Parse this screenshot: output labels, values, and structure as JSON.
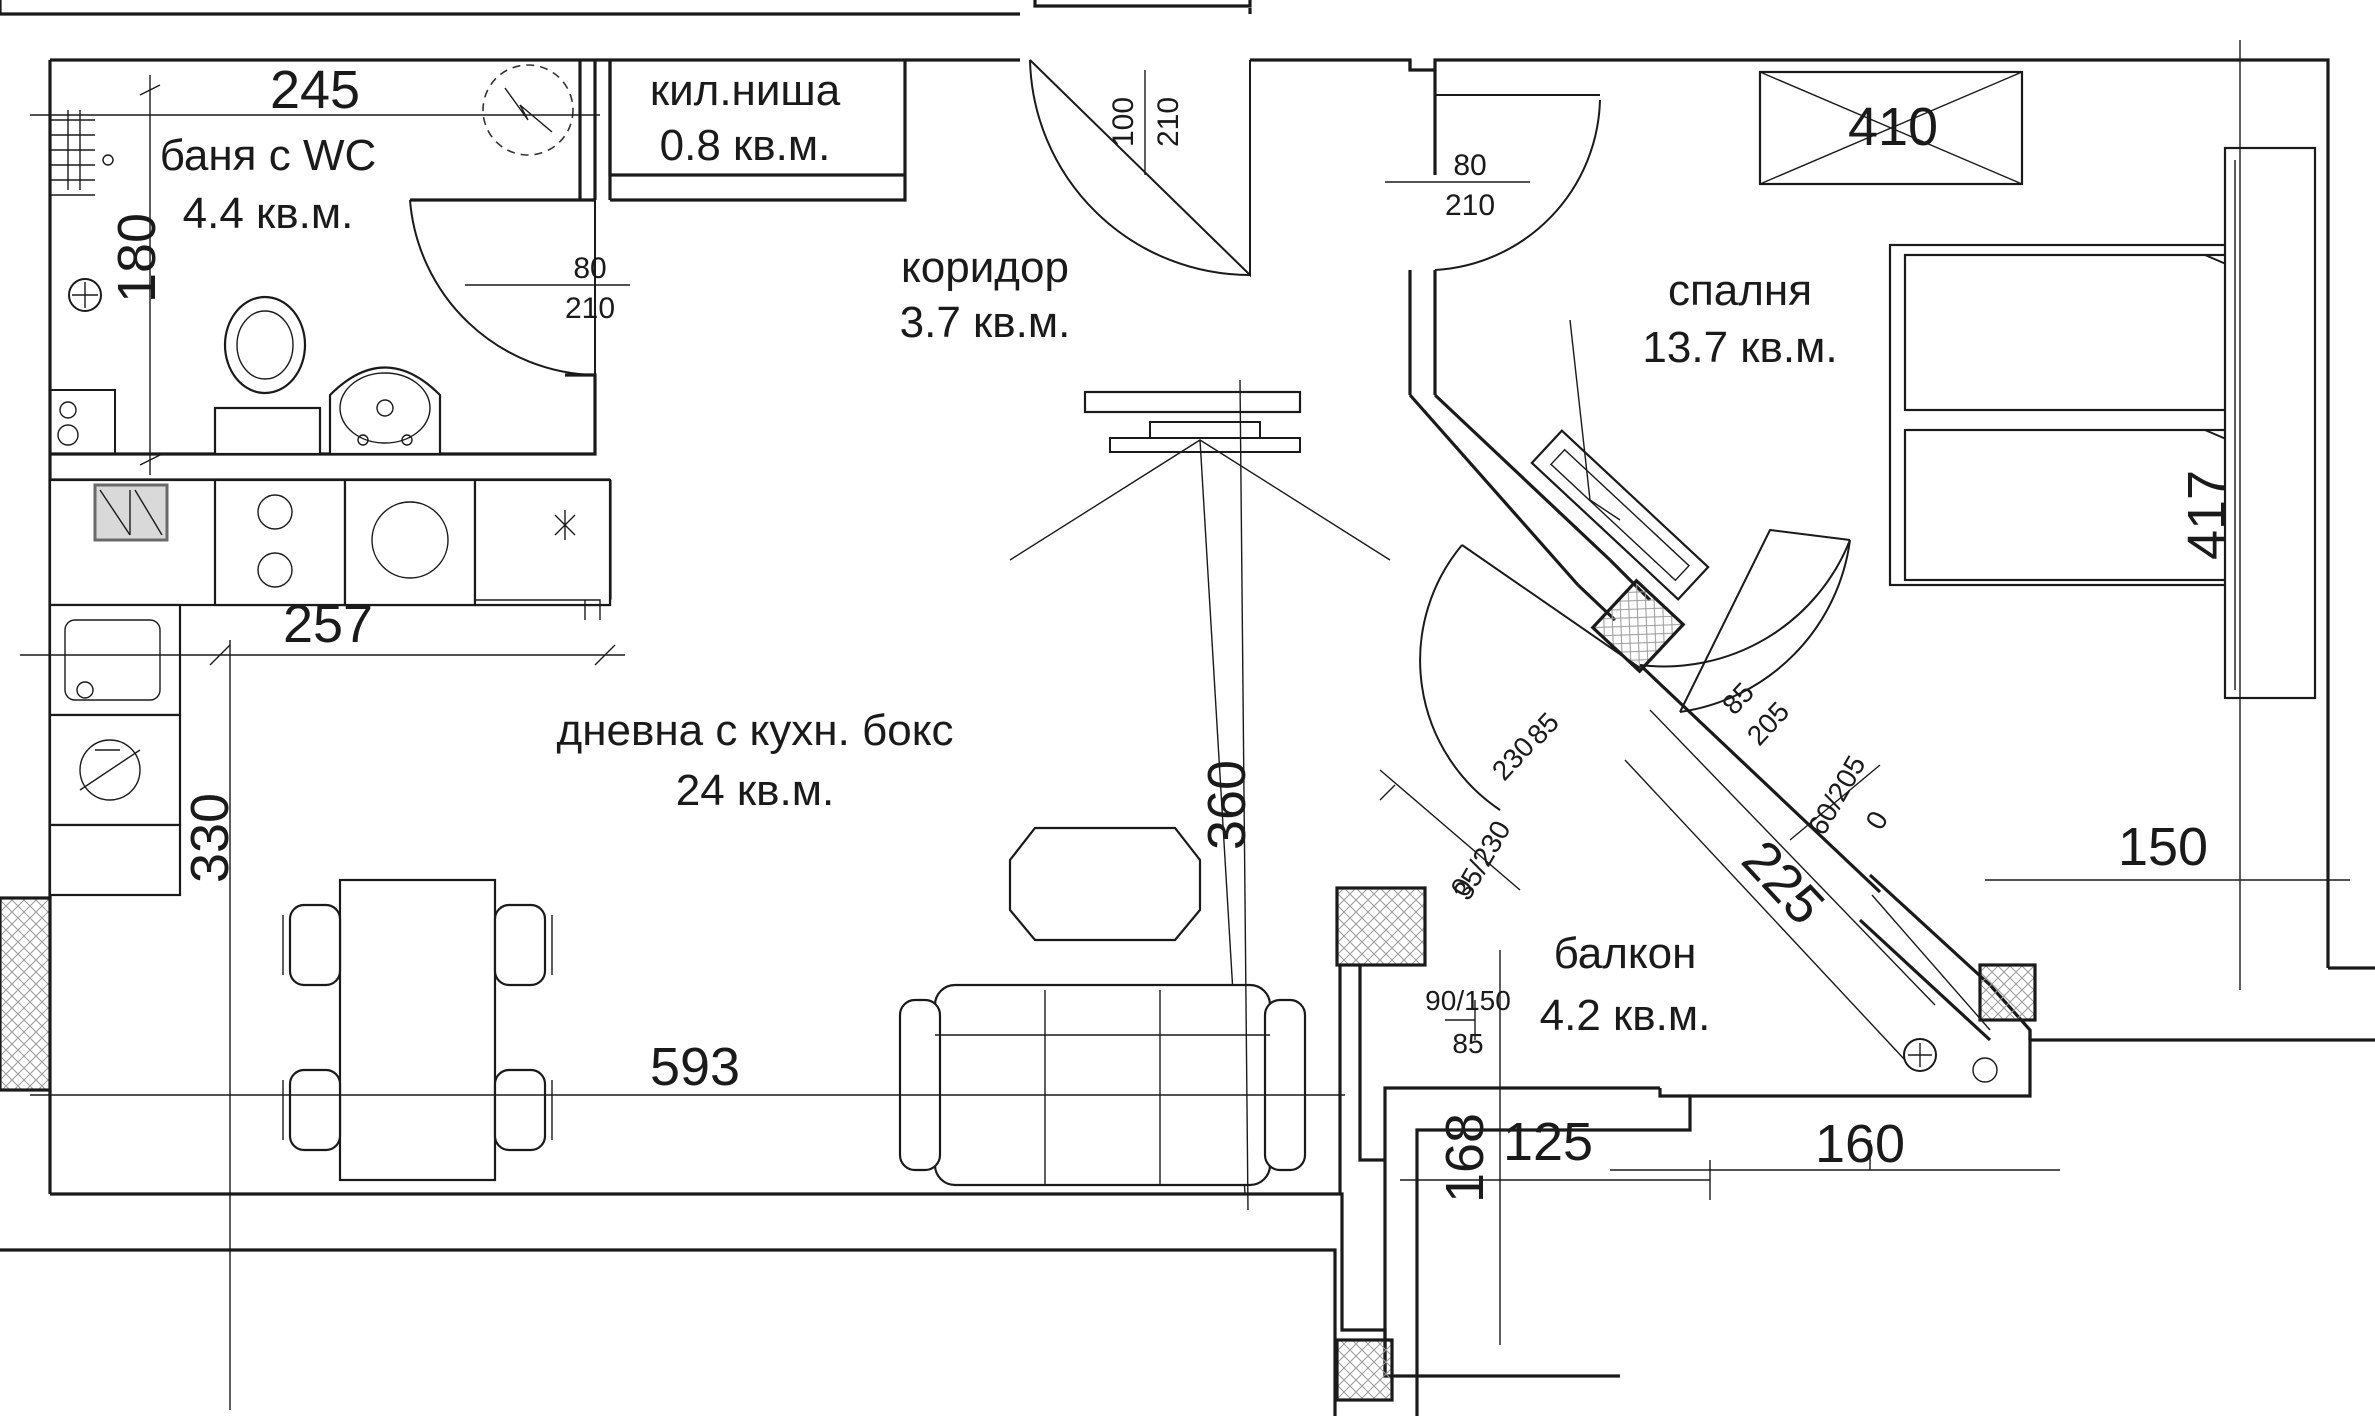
{
  "rooms": {
    "bathroom": {
      "name": "баня с WC",
      "area": "4.4 кв.м."
    },
    "niche": {
      "name": "кил.ниша",
      "area": "0.8 кв.м."
    },
    "corridor": {
      "name": "коридор",
      "area": "3.7 кв.м."
    },
    "bedroom": {
      "name": "спалня",
      "area": "13.7 кв.м."
    },
    "living": {
      "name": "дневна с кухн. бокс",
      "area": "24 кв.м."
    },
    "balcony": {
      "name": "балкон",
      "area": "4.2 кв.м."
    }
  },
  "dimensions": {
    "bath_width": "245",
    "bath_height": "180",
    "bedroom_wardrobe": "410",
    "bedroom_height": "417",
    "kitchen_width": "257",
    "kitchen_height": "330",
    "living_height": "360",
    "living_width": "593",
    "balcony_diagonal": "225",
    "bedroom_bottom": "150",
    "balcony_height": "168",
    "balcony_inner": "125",
    "balcony_width": "160"
  },
  "doors": {
    "entrance": {
      "width": "100",
      "height": "210"
    },
    "bathroom": {
      "width": "80",
      "height": "210"
    },
    "bedroom": {
      "width": "80",
      "height": "210"
    },
    "balcony_living": {
      "width": "85",
      "height": "230"
    },
    "balcony_bedroom": {
      "width": "85",
      "height": "205"
    },
    "window_bedroom": {
      "value": "60/205",
      "sill": "0"
    },
    "window_living": {
      "value": "35/230",
      "sill": "0"
    },
    "window_balcony": {
      "value": "90/150",
      "sill": "85"
    }
  }
}
